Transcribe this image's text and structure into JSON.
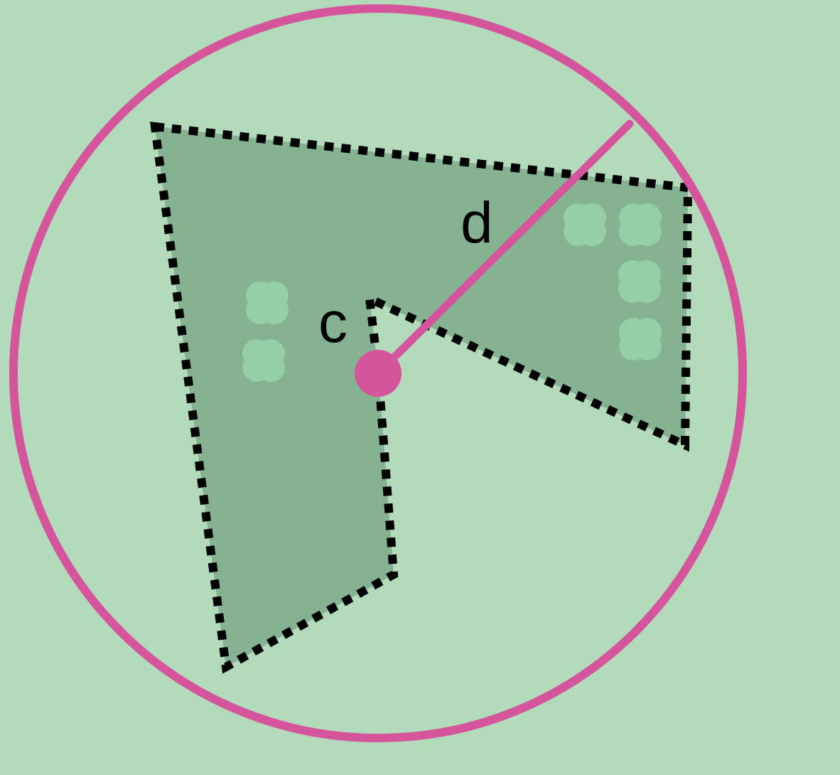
{
  "diagram": {
    "labels": {
      "point": "c",
      "radius": "d"
    },
    "colors": {
      "background": "#b3dabb",
      "region_fill": "#84b293",
      "circle": "#d5559d",
      "outline": "#000000",
      "shrub": "#95cfa6"
    },
    "shrub_count": 6
  }
}
